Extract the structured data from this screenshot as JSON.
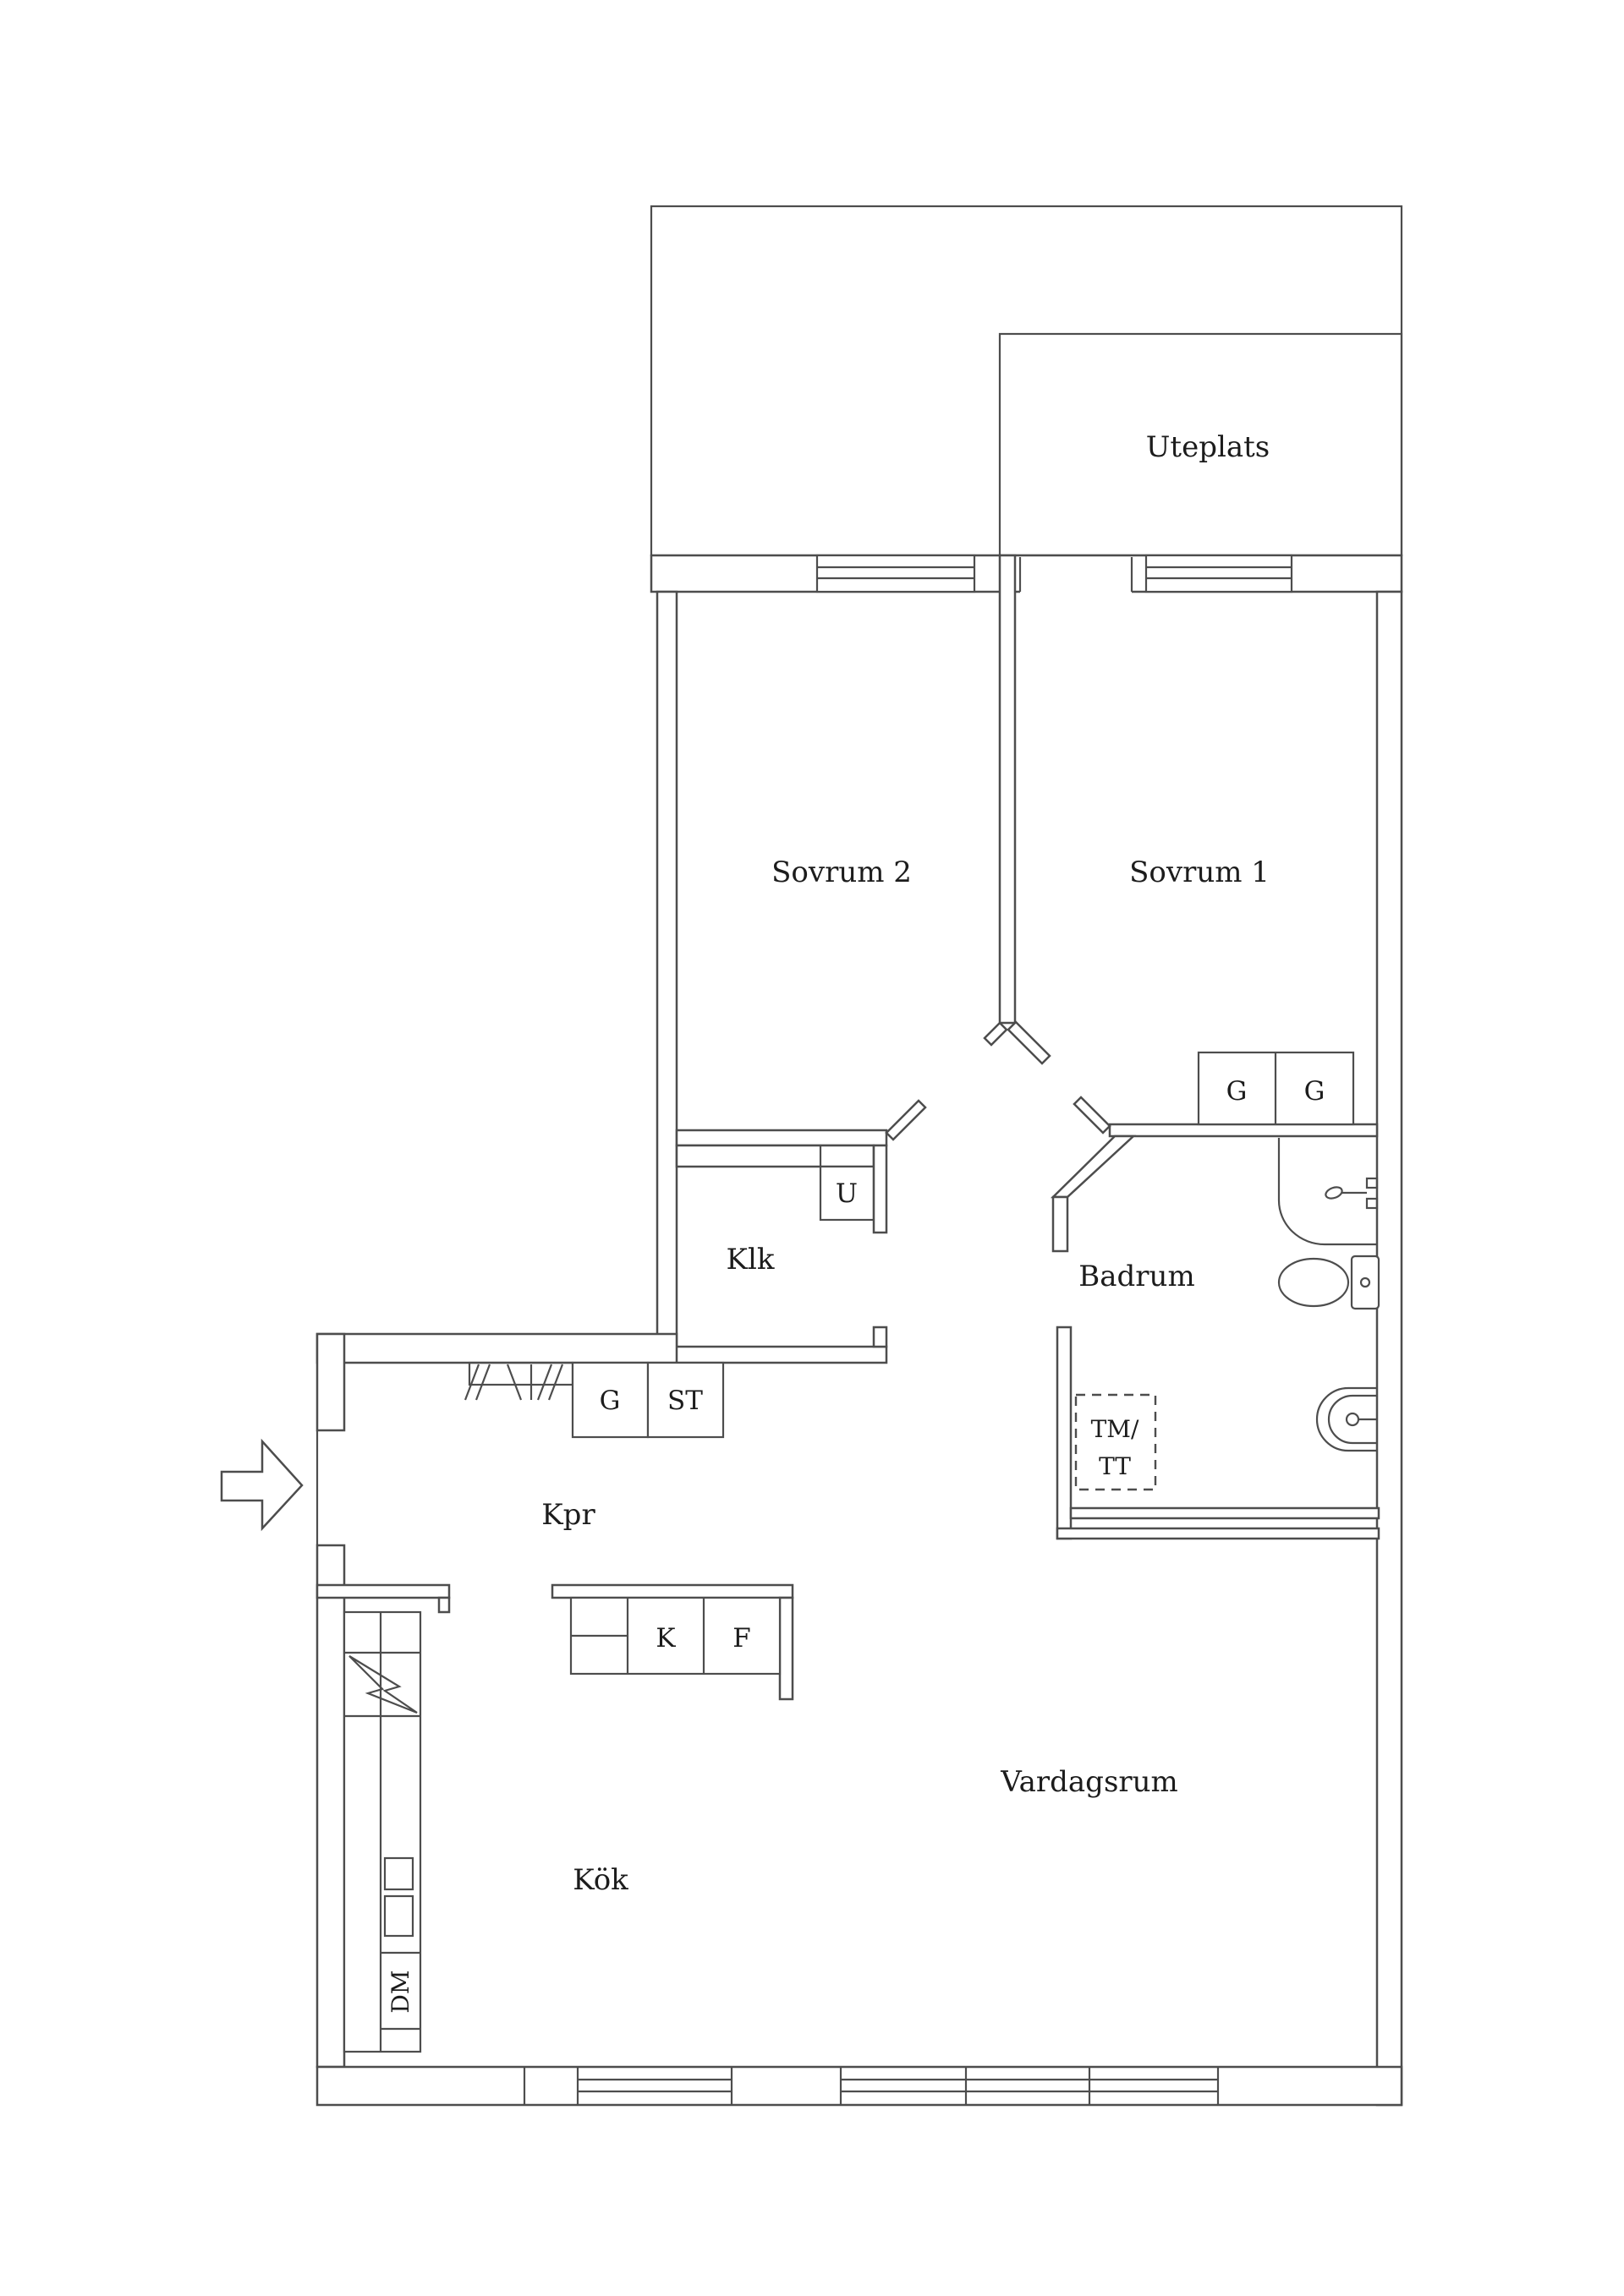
{
  "plan": {
    "type": "apartment-floor-plan",
    "language": "Swedish",
    "colors": {
      "line": "#4d4d4d",
      "text": "#1c1c1c",
      "background": "#ffffff"
    }
  },
  "rooms": {
    "uteplats": "Uteplats",
    "sovrum2": "Sovrum 2",
    "sovrum1": "Sovrum 1",
    "klk": "Klk",
    "badrum": "Badrum",
    "kpr": "Kpr",
    "kok": "Kök",
    "vardagsrum": "Vardagsrum"
  },
  "fixtures": {
    "wardrobe_bed1_a": "G",
    "wardrobe_bed1_b": "G",
    "wardrobe_hall": "G",
    "cleaning_closet": "ST",
    "unit_u": "U",
    "washer_line1": "TM/",
    "washer_line2": "TT",
    "fridge": "K",
    "freezer": "F",
    "dishwasher": "DM"
  }
}
